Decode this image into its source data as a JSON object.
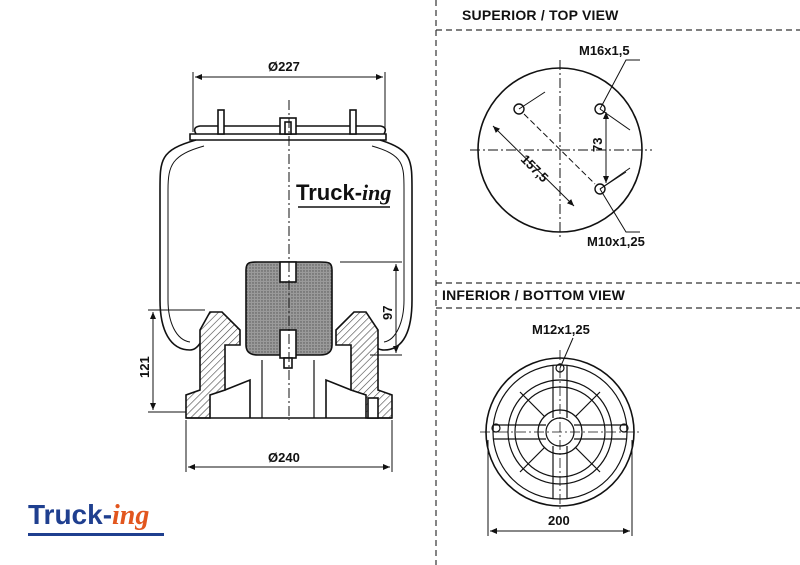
{
  "views": {
    "top_title": "SUPERIOR / TOP VIEW",
    "bottom_title": "INFERIOR / BOTTOM VIEW"
  },
  "dimensions": {
    "top_diameter": "Ø227",
    "bottom_diameter": "Ø240",
    "height_121": "121",
    "height_97": "97",
    "top_thread_m16": "M16x1,5",
    "top_thread_m10": "M10x1,25",
    "top_pitch_157": "157,5",
    "top_offset_73": "73",
    "bottom_thread_m12": "M12x1,25",
    "bottom_width_200": "200"
  },
  "branding": {
    "logo_part1": "Truck-",
    "logo_part2": "ing",
    "logo_part1_color": "#1f3f8f",
    "logo_part2_color": "#e2561e"
  },
  "colors": {
    "line": "#111111",
    "hatch": "#555555",
    "piston_fill": "#8a8a8a"
  }
}
